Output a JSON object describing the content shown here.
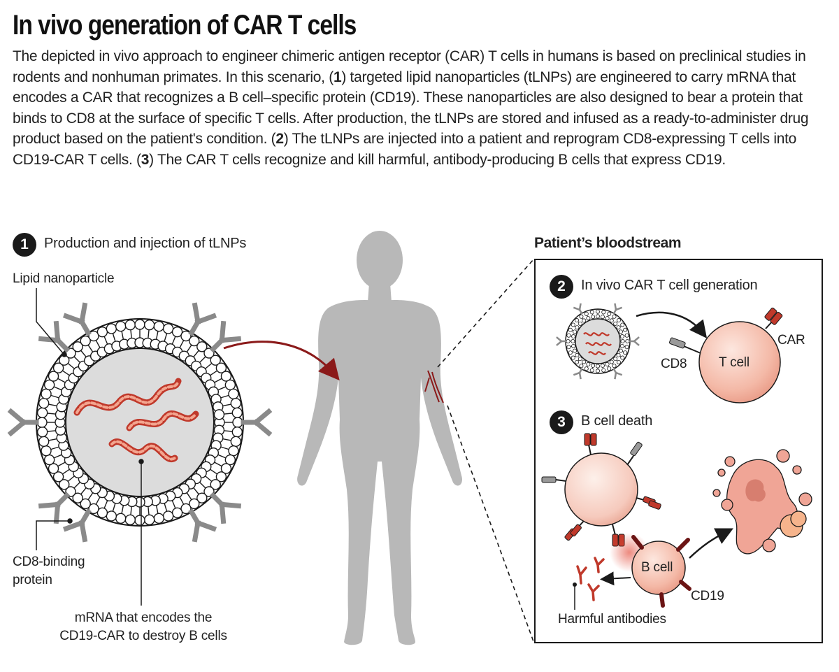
{
  "title": "In vivo generation of CAR T cells",
  "intro": {
    "part1": "The depicted in vivo approach to engineer chimeric antigen receptor (CAR) T cells in humans is based on preclinical studies in rodents and nonhuman primates. In this scenario, (",
    "n1": "1",
    "part2": ") targeted lipid nanoparticles (tLNPs) are engineered to carry mRNA that encodes a CAR that recognizes a B cell–specific protein (CD19). These nanoparticles are also designed to bear a protein that binds to CD8 at the surface of specific T cells. After production, the tLNPs are stored and infused as a ready-to-administer drug product based on the patient's condition. (",
    "n2": "2",
    "part3": ") The tLNPs are injected into a patient and reprogram CD8-expressing T cells into CD19-CAR T cells. (",
    "n3": "3",
    "part4": ") The CAR T cells recognize and kill harmful, antibody-producing B cells that express CD19."
  },
  "step1": {
    "number": "1",
    "label": "Production and injection of tLNPs"
  },
  "labels": {
    "lipid_nanoparticle": "Lipid nanoparticle",
    "cd8_binding_line1": "CD8-binding",
    "cd8_binding_line2": "protein",
    "mrna_line1": "mRNA that encodes the",
    "mrna_line2": "CD19-CAR to destroy B cells"
  },
  "bloodstream": {
    "title": "Patient’s bloodstream",
    "step2": {
      "number": "2",
      "label": "In vivo CAR T cell generation"
    },
    "step3": {
      "number": "3",
      "label": "B cell death"
    },
    "car": "CAR",
    "cd8": "CD8",
    "t_cell": "T cell",
    "b_cell": "B cell",
    "cd19": "CD19",
    "harmful_antibodies": "Harmful antibodies"
  },
  "colors": {
    "body_gray": "#b8b8b8",
    "dark_red": "#8b1a1a",
    "mrna_red": "#c0392b",
    "cell_pink": "#f3b8a8",
    "cell_pink_light": "#fbe1d8",
    "np_fill": "#d9d9d9"
  }
}
